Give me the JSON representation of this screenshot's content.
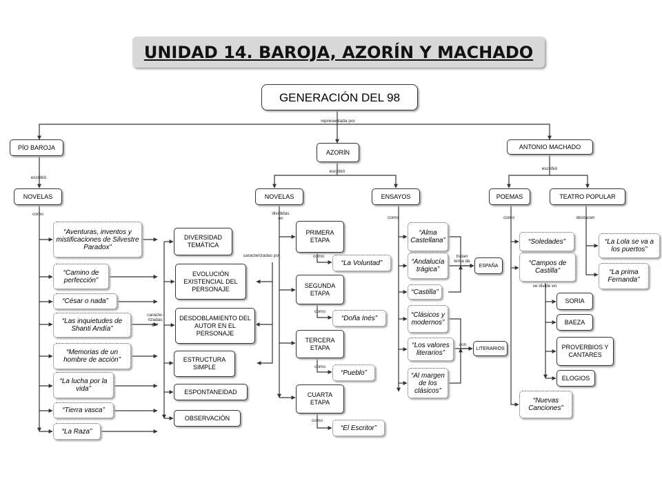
{
  "title": "UNIDAD 14. BAROJA, AZORÍN Y MACHADO",
  "root": "GENERACIÓN DEL 98",
  "linkers": {
    "represented_by": "representada por",
    "wrote": "escribió",
    "as": "como",
    "divided_in": "divididas en",
    "characterized_by": "caracterizadas por",
    "characterized_by_split": "caracte- rizadas por",
    "they_treat_theme_of": "tratan tema de",
    "are": "son",
    "is_divided_in": "se divide en",
    "stand_out": "destacan"
  },
  "authors": {
    "baroja": "PÍO BAROJA",
    "azorin": "AZORÍN",
    "machado": "ANTONIO MACHADO"
  },
  "baroja": {
    "genre": "NOVELAS",
    "works": [
      "“Aventuras, inventos y mistificaciones de Silvestre Paradox”",
      "“Camino de perfección”",
      "“César o nada”",
      "“Las inquietudes de Shanti Andía”",
      "“Memorias de un hombre de acción”",
      "“La lucha por la vida”",
      "“Tierra vasca”",
      "“La Raza”"
    ],
    "traits": [
      "DIVERSIDAD TEMÁTICA",
      "EVOLUCIÓN EXISTENCIAL DEL PERSONAJE",
      "DESDOBLAMIENTO DEL AUTOR EN EL PERSONAJE",
      "ESTRUCTURA SIMPLE",
      "ESPONTANEIDAD",
      "OBSERVACIÓN"
    ]
  },
  "azorin": {
    "novels": "NOVELAS",
    "essays": "ENSAYOS",
    "stages": [
      {
        "name": "PRIMERA ETAPA",
        "work": "“La Voluntad”"
      },
      {
        "name": "SEGUNDA ETAPA",
        "work": "“Doña Inés”"
      },
      {
        "name": "TERCERA ETAPA",
        "work": "“Pueblo”"
      },
      {
        "name": "CUARTA ETAPA",
        "work": "“El Escritor”"
      }
    ],
    "essay_works": [
      "“Alma Castellana”",
      "“Andalucía trágica”",
      "“Castilla”",
      "“Clásicos y modernos”",
      "“Los valores literarios”",
      "“Al margen de los clásicos”"
    ],
    "theme_spain": "ESPAÑA",
    "theme_literary": "LITERARIOS"
  },
  "machado": {
    "poems": "POEMAS",
    "theatre": "TEATRO POPULAR",
    "poem_works": [
      "“Soledades”",
      "“Campos de Castilla”",
      "“Nuevas Canciones”"
    ],
    "castilla_parts": [
      "SORIA",
      "BAEZA",
      "PROVERBIOS Y CANTARES",
      "ELOGIOS"
    ],
    "theatre_works": [
      "“La Lola se va a los puertos”",
      "“La prima Fernanda”"
    ]
  },
  "colors": {
    "title_bg": "#d8d8d8",
    "line": "#333333",
    "node_border": "#333333"
  }
}
